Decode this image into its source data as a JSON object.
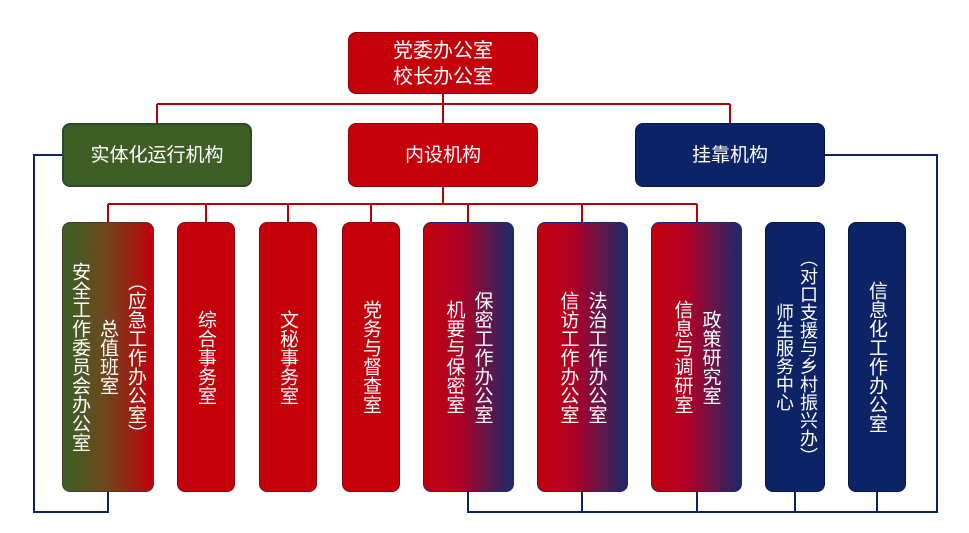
{
  "top": {
    "line1": "党委办公室",
    "line2": "校长办公室"
  },
  "level2": {
    "entity": "实体化运行机构",
    "internal": "内设机构",
    "affiliated": "挂靠机构"
  },
  "units": {
    "safety": {
      "col1": "（应急工作办公室）",
      "col2": "总值班室",
      "col3": "安全工作委员会办公室"
    },
    "general": "综合事务室",
    "secretary": "文秘事务室",
    "party": "党务与督查室",
    "confidential": {
      "col1": "保密工作办公室",
      "col2": "机要与保密室"
    },
    "petition": {
      "col1": "法治工作办公室",
      "col2": "信访工作办公室"
    },
    "policy": {
      "col1": "政策研究室",
      "col2": "信息与调研室"
    },
    "service": {
      "col1": "（对口支援与乡村振兴办）",
      "col2": "师生服务中心"
    },
    "it": "信息化工作办公室"
  },
  "colors": {
    "red": "#c4000b",
    "green": "#3f5e26",
    "navy": "#0c2366",
    "line_red": "#b0000a",
    "line_navy": "#0c2366"
  }
}
